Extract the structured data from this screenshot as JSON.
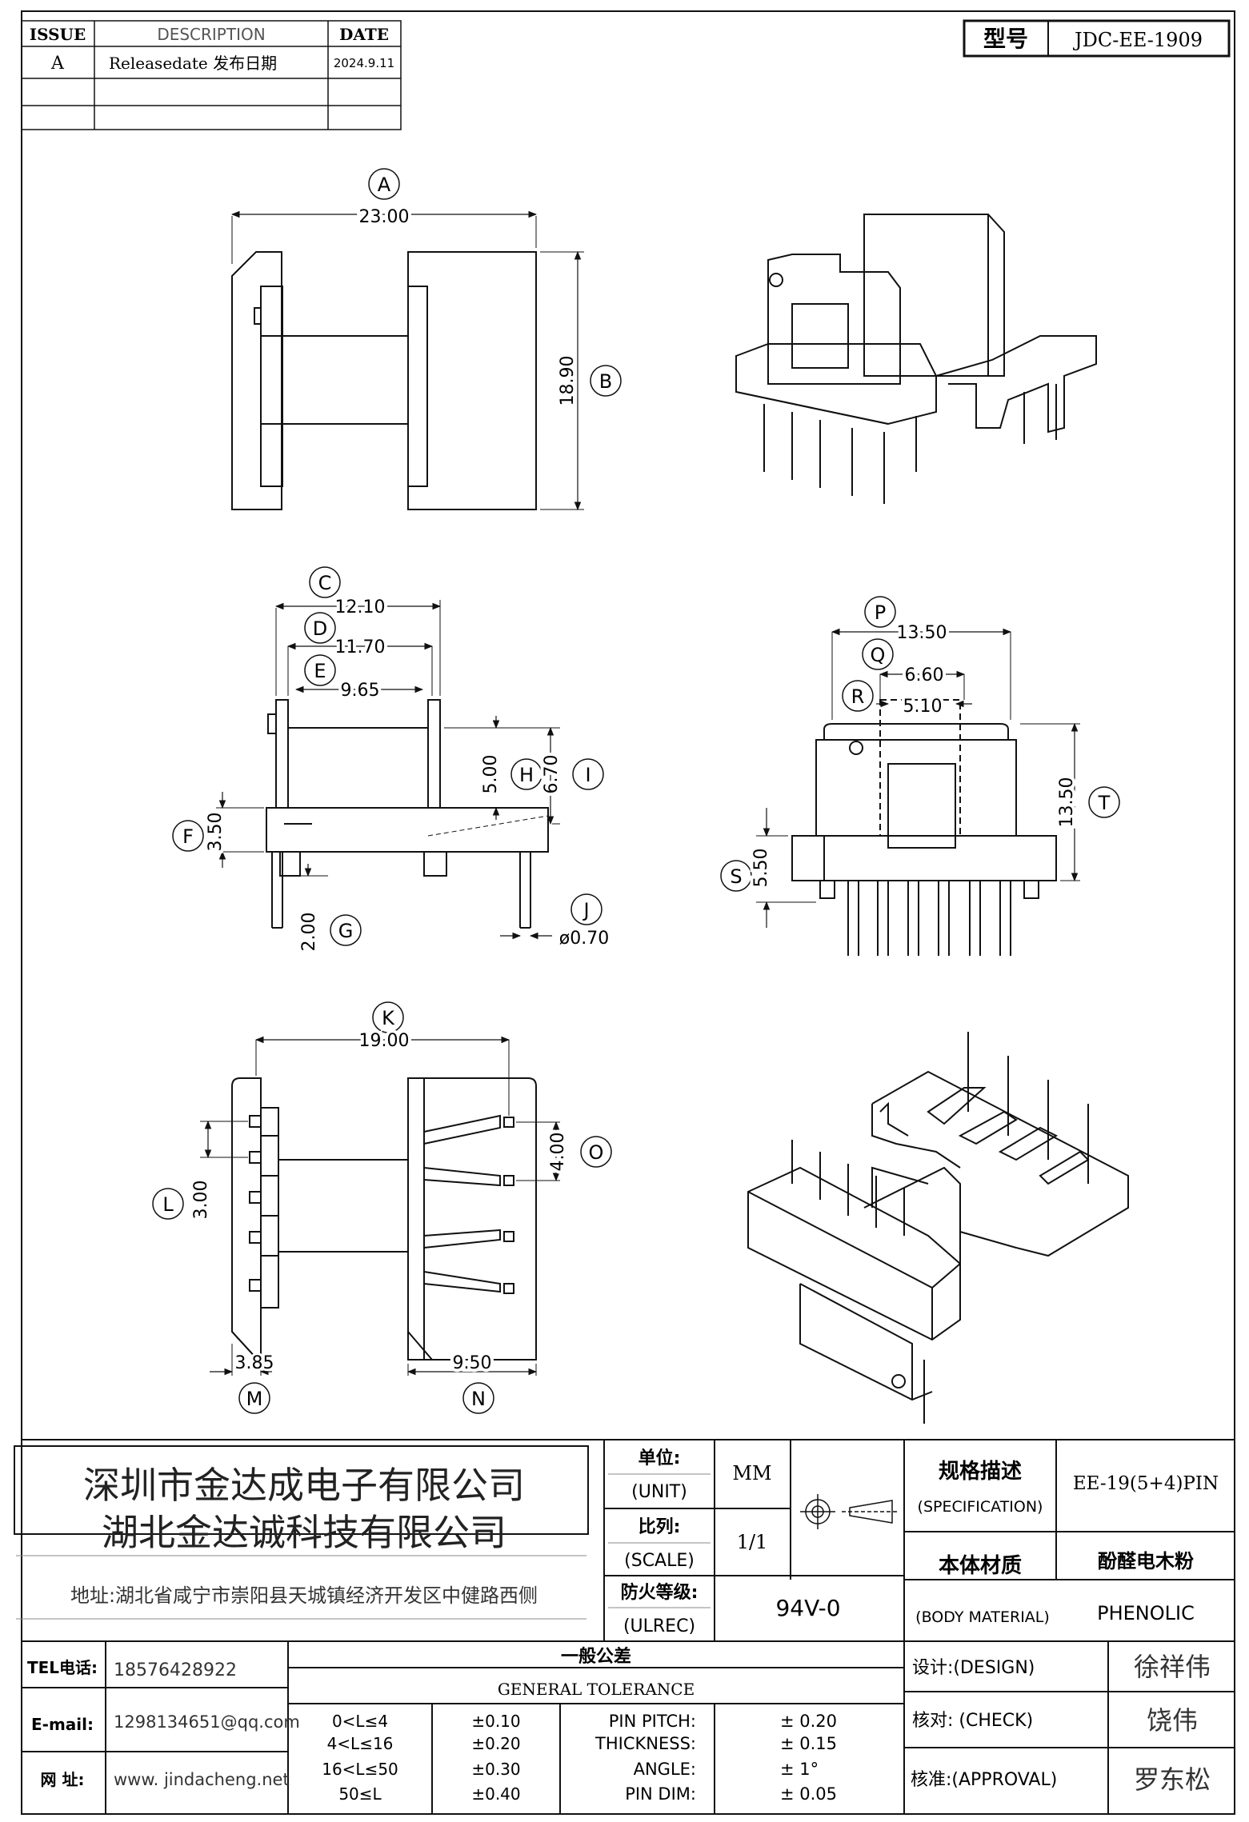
{
  "revision_table": {
    "headers": [
      "ISSUE",
      "DESCRIPTION",
      "DATE"
    ],
    "rows": [
      [
        "A",
        "Releasedate 发布日期",
        "2024.9.11"
      ],
      [
        "",
        "",
        ""
      ],
      [
        "",
        "",
        ""
      ]
    ]
  },
  "model": {
    "label": "型号",
    "value": "JDC-EE-1909"
  },
  "dimensions": {
    "A": "23.00",
    "B": "18.90",
    "C": "12.10",
    "D": "11.70",
    "E": "9.65",
    "F": "3.50",
    "G": "2.00",
    "H": "5.00",
    "I": "6.70",
    "J": "ø0.70",
    "K": "19.00",
    "L": "3.00",
    "M": "3.85",
    "N": "9.50",
    "O": "4.00",
    "P": "13.50",
    "Q": "6.60",
    "R": "5.10",
    "S": "5.50",
    "T": "13.50"
  },
  "title_block": {
    "company_1": "深圳市金达成电子有限公司",
    "company_2": "湖北金达诚科技有限公司",
    "address": "地址:湖北省咸宁市崇阳县天城镇经济开发区中健路西侧",
    "unit_label": "单位:",
    "unit_label_en": "(UNIT)",
    "unit_value": "MM",
    "scale_label": "比列:",
    "scale_label_en": "(SCALE)",
    "scale_value": "1/1",
    "ulrec_label": "防火等级:",
    "ulrec_label_en": "(ULREC)",
    "ulrec_value": "94V-0",
    "spec_label": "规格描述",
    "spec_label_en": "(SPECIFICATION)",
    "spec_value": "EE-19(5+4)PIN",
    "material_label": "本体材质",
    "material_label_en": "(BODY MATERIAL)",
    "material_value": "酚醛电木粉",
    "material_value_en": "PHENOLIC",
    "tel_label": "TEL电话:",
    "tel_value": "18576428922",
    "email_label": "E-mail:",
    "email_value": "1298134651@qq.com",
    "web_label": "网 址:",
    "web_value": "www. jindacheng.net",
    "tolerance_title": "一般公差",
    "tolerance_title_en": "GENERAL TOLERANCE",
    "tolerance_ranges": [
      "0<L≤4",
      "4<L≤16",
      "16<L≤50",
      "50≤L"
    ],
    "tolerance_values": [
      "±0.10",
      "±0.20",
      "±0.30",
      "±0.40"
    ],
    "pin_labels": [
      "PIN PITCH:",
      "THICKNESS:",
      "ANGLE:",
      "PIN DIM:"
    ],
    "pin_values": [
      "± 0.20",
      "± 0.15",
      "± 1°",
      "± 0.05"
    ],
    "design_label": "设计:(DESIGN)",
    "design_value": "徐祥伟",
    "check_label": "核对: (CHECK)",
    "check_value": "饶伟",
    "approval_label": "核准:(APPROVAL)",
    "approval_value": "罗东松"
  }
}
